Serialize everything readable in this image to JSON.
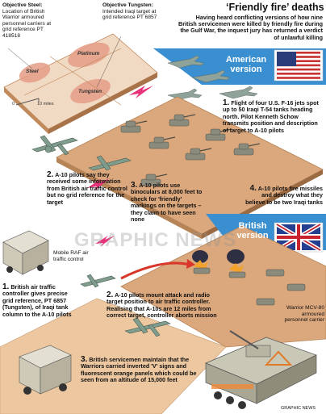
{
  "headline": {
    "title": "‘Friendly fire’ deaths",
    "intro": "Having heard conflicting versions of how nine British servicemen were killed by friendly fire during the Gulf War, the inquest jury has returned a verdict of unlawful killing"
  },
  "objectives": {
    "steel_title": "Objective Steel:",
    "steel_text": "Location of British Warrior armoured personnel carriers at grid reference PT 418518",
    "tungsten_title": "Objective Tungsten:",
    "tungsten_text": "Intended Iraqi target at grid reference PT 6857"
  },
  "map": {
    "platinum": "Platinum",
    "steel": "Steel",
    "tungsten": "Tungsten",
    "scale_zero": "0",
    "scale_label": "10 miles"
  },
  "american": {
    "banner": "American version",
    "steps": [
      {
        "num": "1.",
        "text": "Flight of four U.S. F-16 jets spot up to 50 Iraqi T-54 tanks heading north. Pilot Kenneth Schow transmits position and description of target to A-10 pilots"
      },
      {
        "num": "2.",
        "text": "A-10 pilots say they received some information from British air traffic control but no grid reference for the target"
      },
      {
        "num": "3.",
        "text": "A-10 pilots use binoculars at 8,000 feet to check for 'friendly' markings on the targets – they claim to have seen none"
      },
      {
        "num": "4.",
        "text": "A-10 pilots fire missiles and destroy what they believe to be two Iraqi tanks"
      }
    ]
  },
  "british": {
    "banner": "British version",
    "steps": [
      {
        "num": "1.",
        "text": "British air traffic controller gives precise grid reference, PT 6857 (Tungsten), of Iraqi tank column to the A-10 pilots"
      },
      {
        "num": "2.",
        "text": "A-10 pilots mount attack and radio target position to air traffic controller. Realising that A-10s are 12 miles from correct target, controller aborts mission"
      },
      {
        "num": "3.",
        "text": "British servicemen maintain that the Warriors carried inverted 'V' signs and fluorescent orange panels which could be seen from an altitude of 15,000 feet"
      }
    ]
  },
  "labels": {
    "raf": "Mobile RAF air traffic control",
    "warrior": "Warrior MCV-80 armoured personnel carrier",
    "credit": "GRAPHIC NEWS",
    "watermark": "GRAPHIC NEWS"
  },
  "colors": {
    "banner_blue": "#3a8fd0",
    "ground": "#dba77c",
    "ground_light": "#ecc7a0",
    "jet": "#8fa39a",
    "a10": "#7f9c8d",
    "tank": "#8b8b7d",
    "lightning": "#e8327a",
    "arrow": "#d9362a"
  }
}
